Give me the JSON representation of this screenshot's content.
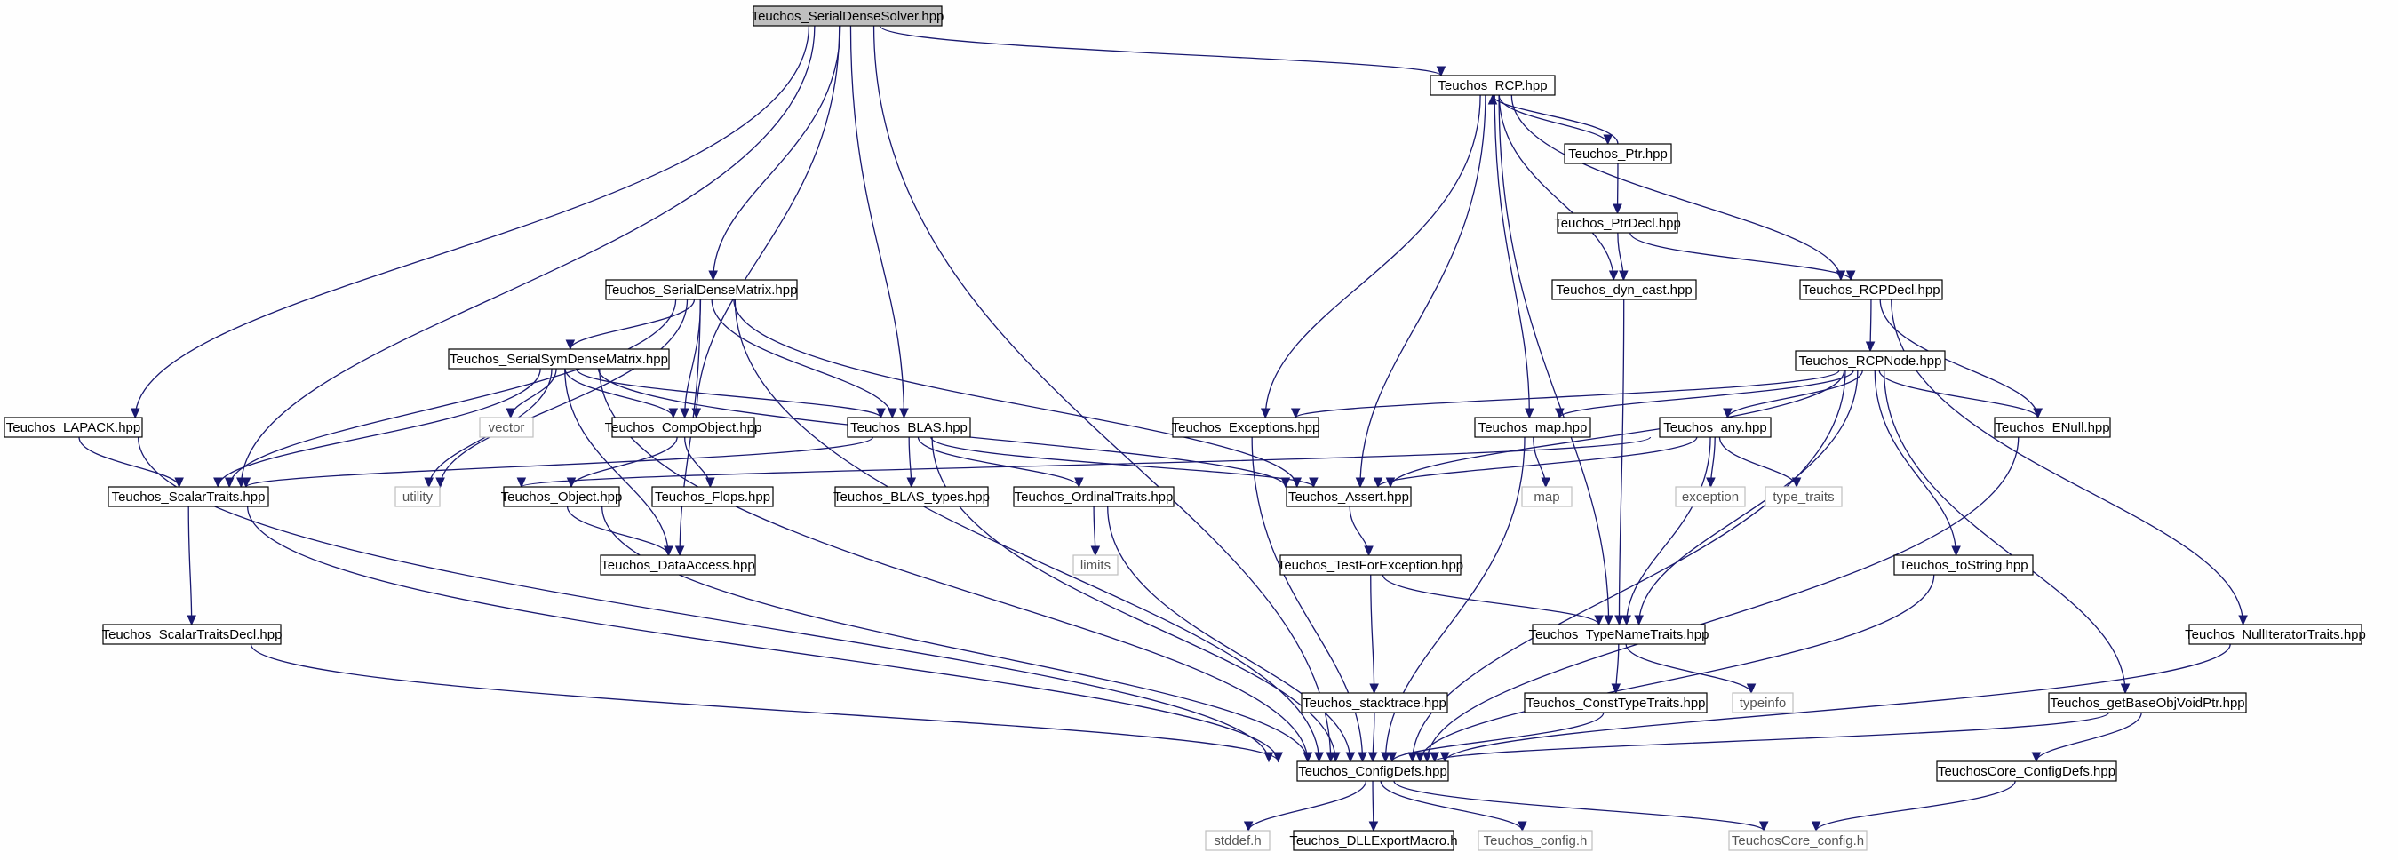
{
  "nodes": [
    {
      "id": "n0",
      "label": "Teuchos_SerialDenseSolver.hpp",
      "kind": "root"
    },
    {
      "id": "n1",
      "label": "Teuchos_LAPACK.hpp",
      "kind": "file"
    },
    {
      "id": "n2",
      "label": "Teuchos_ScalarTraits.hpp",
      "kind": "file"
    },
    {
      "id": "n3",
      "label": "Teuchos_SerialDenseMatrix.hpp",
      "kind": "file"
    },
    {
      "id": "n4",
      "label": "Teuchos_CompObject.hpp",
      "kind": "file"
    },
    {
      "id": "n5",
      "label": "Teuchos_BLAS.hpp",
      "kind": "file"
    },
    {
      "id": "n6",
      "label": "Teuchos_RCP.hpp",
      "kind": "file"
    },
    {
      "id": "n7",
      "label": "Teuchos_ConfigDefs.hpp",
      "kind": "file"
    },
    {
      "id": "n8",
      "label": "Teuchos_Ptr.hpp",
      "kind": "file"
    },
    {
      "id": "n9",
      "label": "Teuchos_PtrDecl.hpp",
      "kind": "file"
    },
    {
      "id": "n10",
      "label": "Teuchos_dyn_cast.hpp",
      "kind": "file"
    },
    {
      "id": "n11",
      "label": "Teuchos_RCPDecl.hpp",
      "kind": "file"
    },
    {
      "id": "n12",
      "label": "Teuchos_RCPNode.hpp",
      "kind": "file"
    },
    {
      "id": "n13",
      "label": "Teuchos_Exceptions.hpp",
      "kind": "file"
    },
    {
      "id": "n14",
      "label": "Teuchos_map.hpp",
      "kind": "file"
    },
    {
      "id": "n15",
      "label": "Teuchos_any.hpp",
      "kind": "file"
    },
    {
      "id": "n16",
      "label": "Teuchos_ENull.hpp",
      "kind": "file"
    },
    {
      "id": "n17",
      "label": "Teuchos_SerialSymDenseMatrix.hpp",
      "kind": "file"
    },
    {
      "id": "n18",
      "label": "vector",
      "kind": "sys"
    },
    {
      "id": "n19",
      "label": "Teuchos_Object.hpp",
      "kind": "file"
    },
    {
      "id": "n20",
      "label": "Teuchos_Flops.hpp",
      "kind": "file"
    },
    {
      "id": "n21",
      "label": "Teuchos_BLAS_types.hpp",
      "kind": "file"
    },
    {
      "id": "n22",
      "label": "Teuchos_OrdinalTraits.hpp",
      "kind": "file"
    },
    {
      "id": "n23",
      "label": "Teuchos_Assert.hpp",
      "kind": "file"
    },
    {
      "id": "n24",
      "label": "utility",
      "kind": "sys"
    },
    {
      "id": "n25",
      "label": "Teuchos_DataAccess.hpp",
      "kind": "file"
    },
    {
      "id": "n26",
      "label": "limits",
      "kind": "sys"
    },
    {
      "id": "n27",
      "label": "map",
      "kind": "sys"
    },
    {
      "id": "n28",
      "label": "exception",
      "kind": "sys"
    },
    {
      "id": "n29",
      "label": "type_traits",
      "kind": "sys"
    },
    {
      "id": "n30",
      "label": "Teuchos_ScalarTraitsDecl.hpp",
      "kind": "file"
    },
    {
      "id": "n31",
      "label": "Teuchos_TestForException.hpp",
      "kind": "file"
    },
    {
      "id": "n32",
      "label": "Teuchos_TypeNameTraits.hpp",
      "kind": "file"
    },
    {
      "id": "n33",
      "label": "Teuchos_toString.hpp",
      "kind": "file"
    },
    {
      "id": "n34",
      "label": "Teuchos_NullIteratorTraits.hpp",
      "kind": "file"
    },
    {
      "id": "n35",
      "label": "Teuchos_stacktrace.hpp",
      "kind": "file"
    },
    {
      "id": "n36",
      "label": "Teuchos_ConstTypeTraits.hpp",
      "kind": "file"
    },
    {
      "id": "n37",
      "label": "typeinfo",
      "kind": "sys"
    },
    {
      "id": "n38",
      "label": "Teuchos_getBaseObjVoidPtr.hpp",
      "kind": "file"
    },
    {
      "id": "n39",
      "label": "TeuchosCore_ConfigDefs.hpp",
      "kind": "file"
    },
    {
      "id": "n40",
      "label": "stddef.h",
      "kind": "sys"
    },
    {
      "id": "n41",
      "label": "Teuchos_DLLExportMacro.h",
      "kind": "file"
    },
    {
      "id": "n42",
      "label": "Teuchos_config.h",
      "kind": "sys"
    },
    {
      "id": "n43",
      "label": "TeuchosCore_config.h",
      "kind": "sys"
    }
  ],
  "edges": [
    [
      "n0",
      "n1"
    ],
    [
      "n0",
      "n2"
    ],
    [
      "n0",
      "n3"
    ],
    [
      "n0",
      "n4"
    ],
    [
      "n0",
      "n5"
    ],
    [
      "n0",
      "n6"
    ],
    [
      "n0",
      "n7"
    ],
    [
      "n1",
      "n2"
    ],
    [
      "n1",
      "n7"
    ],
    [
      "n2",
      "n30"
    ],
    [
      "n2",
      "n7"
    ],
    [
      "n30",
      "n7"
    ],
    [
      "n3",
      "n17"
    ],
    [
      "n3",
      "n2"
    ],
    [
      "n3",
      "n4"
    ],
    [
      "n3",
      "n5"
    ],
    [
      "n3",
      "n24"
    ],
    [
      "n3",
      "n25"
    ],
    [
      "n3",
      "n23"
    ],
    [
      "n3",
      "n7"
    ],
    [
      "n17",
      "n2"
    ],
    [
      "n17",
      "n4"
    ],
    [
      "n17",
      "n5"
    ],
    [
      "n17",
      "n18"
    ],
    [
      "n17",
      "n24"
    ],
    [
      "n17",
      "n25"
    ],
    [
      "n17",
      "n23"
    ],
    [
      "n17",
      "n7"
    ],
    [
      "n4",
      "n19"
    ],
    [
      "n4",
      "n20"
    ],
    [
      "n19",
      "n25"
    ],
    [
      "n19",
      "n7"
    ],
    [
      "n5",
      "n21"
    ],
    [
      "n5",
      "n22"
    ],
    [
      "n5",
      "n23"
    ],
    [
      "n5",
      "n2"
    ],
    [
      "n5",
      "n7"
    ],
    [
      "n22",
      "n26"
    ],
    [
      "n22",
      "n7"
    ],
    [
      "n6",
      "n8"
    ],
    [
      "n6",
      "n11"
    ],
    [
      "n6",
      "n10"
    ],
    [
      "n6",
      "n13"
    ],
    [
      "n6",
      "n14"
    ],
    [
      "n6",
      "n23"
    ],
    [
      "n6",
      "n32"
    ],
    [
      "n8",
      "n6"
    ],
    [
      "n8",
      "n9"
    ],
    [
      "n9",
      "n10"
    ],
    [
      "n9",
      "n11"
    ],
    [
      "n10",
      "n32"
    ],
    [
      "n11",
      "n12"
    ],
    [
      "n11",
      "n16"
    ],
    [
      "n11",
      "n34"
    ],
    [
      "n12",
      "n13"
    ],
    [
      "n12",
      "n14"
    ],
    [
      "n12",
      "n15"
    ],
    [
      "n12",
      "n16"
    ],
    [
      "n12",
      "n23"
    ],
    [
      "n12",
      "n32"
    ],
    [
      "n12",
      "n33"
    ],
    [
      "n12",
      "n38"
    ],
    [
      "n12",
      "n7"
    ],
    [
      "n13",
      "n7"
    ],
    [
      "n14",
      "n27"
    ],
    [
      "n14",
      "n7"
    ],
    [
      "n15",
      "n24"
    ],
    [
      "n15",
      "n28"
    ],
    [
      "n15",
      "n29"
    ],
    [
      "n15",
      "n23"
    ],
    [
      "n15",
      "n32"
    ],
    [
      "n16",
      "n7"
    ],
    [
      "n23",
      "n31"
    ],
    [
      "n31",
      "n35"
    ],
    [
      "n31",
      "n32"
    ],
    [
      "n35",
      "n7"
    ],
    [
      "n32",
      "n36"
    ],
    [
      "n32",
      "n37"
    ],
    [
      "n36",
      "n7"
    ],
    [
      "n33",
      "n7"
    ],
    [
      "n34",
      "n7"
    ],
    [
      "n38",
      "n7"
    ],
    [
      "n38",
      "n39"
    ],
    [
      "n39",
      "n43"
    ],
    [
      "n7",
      "n40"
    ],
    [
      "n7",
      "n41"
    ],
    [
      "n7",
      "n42"
    ],
    [
      "n7",
      "n43"
    ]
  ]
}
